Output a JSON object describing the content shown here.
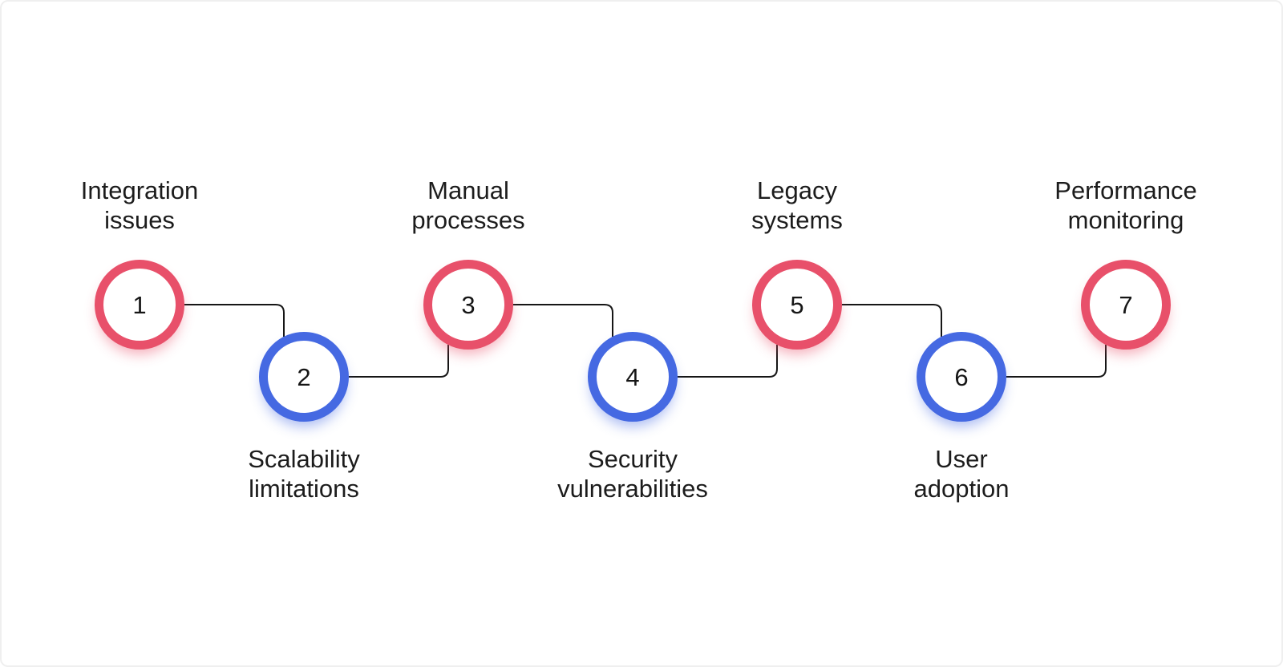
{
  "diagram": {
    "type": "zigzag-process-timeline",
    "step_count": 7,
    "nodes": [
      {
        "number": "1",
        "label": "Integration issues",
        "label_lines": [
          "Integration",
          "issues"
        ],
        "row": "top",
        "variant": "red"
      },
      {
        "number": "2",
        "label": "Scalability limitations",
        "label_lines": [
          "Scalability",
          "limitations"
        ],
        "row": "bottom",
        "variant": "blue"
      },
      {
        "number": "3",
        "label": "Manual processes",
        "label_lines": [
          "Manual",
          "processes"
        ],
        "row": "top",
        "variant": "red"
      },
      {
        "number": "4",
        "label": "Security vulnerabilities",
        "label_lines": [
          "Security",
          "vulnerabilities"
        ],
        "row": "bottom",
        "variant": "blue"
      },
      {
        "number": "5",
        "label": "Legacy systems",
        "label_lines": [
          "Legacy",
          "systems"
        ],
        "row": "top",
        "variant": "red"
      },
      {
        "number": "6",
        "label": "User adoption",
        "label_lines": [
          "User",
          "adoption"
        ],
        "row": "bottom",
        "variant": "blue"
      },
      {
        "number": "7",
        "label": "Performance monitoring",
        "label_lines": [
          "Performance",
          "monitoring"
        ],
        "row": "top",
        "variant": "red"
      }
    ],
    "colors": {
      "red": "#e8506a",
      "blue": "#4569e2",
      "connector_line": "#161616",
      "text": "#1c1c1c",
      "background": "#ffffff",
      "frame_border": "#efefef"
    }
  }
}
